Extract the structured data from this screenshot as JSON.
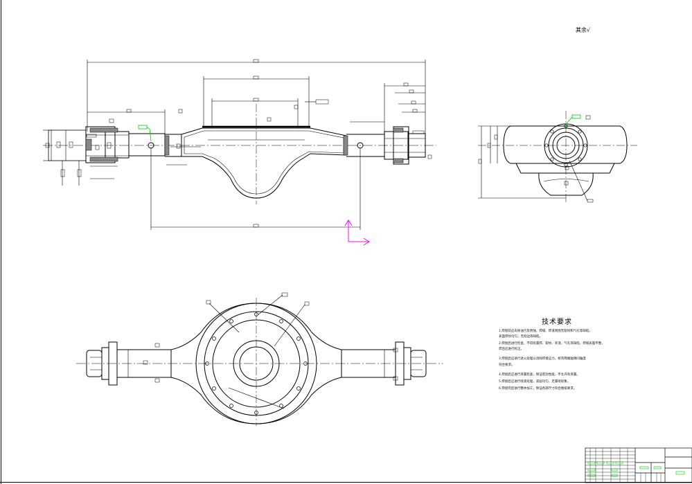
{
  "drawing": {
    "line_color": "#000000",
    "highlight_color": "#00cc00",
    "axis_color": "#ff00ff",
    "background": "#ffffff"
  },
  "roughness_mark": "其余√",
  "technical_requirements": {
    "title": "技术要求",
    "items": [
      "1.焊接前应去除油污及锈蚀，焊缝、焊道周围无裂纹和气孔等缺陷，",
      "表面焊纹均匀，无咬边等缺陷。",
      "2.焊接后进行检查，不得有漏焊、裂纹、夹渣、气孔等缺陷，焊缝表面平整，",
      "焊后应进行校正。",
      "3.焊接后应进行退火处理以消除焊接应力，桥壳两端轴颈同轴度",
      "符合要求。",
      "4.焊接后应进行渗漏检查，保证密封性能，不允许有渗漏。",
      "5.焊接后应进行喷漆处理，漆层均匀，无漏喷现象。",
      "6.焊接完后进行整体加工，保证各部尺寸符合图纸要求。"
    ]
  }
}
